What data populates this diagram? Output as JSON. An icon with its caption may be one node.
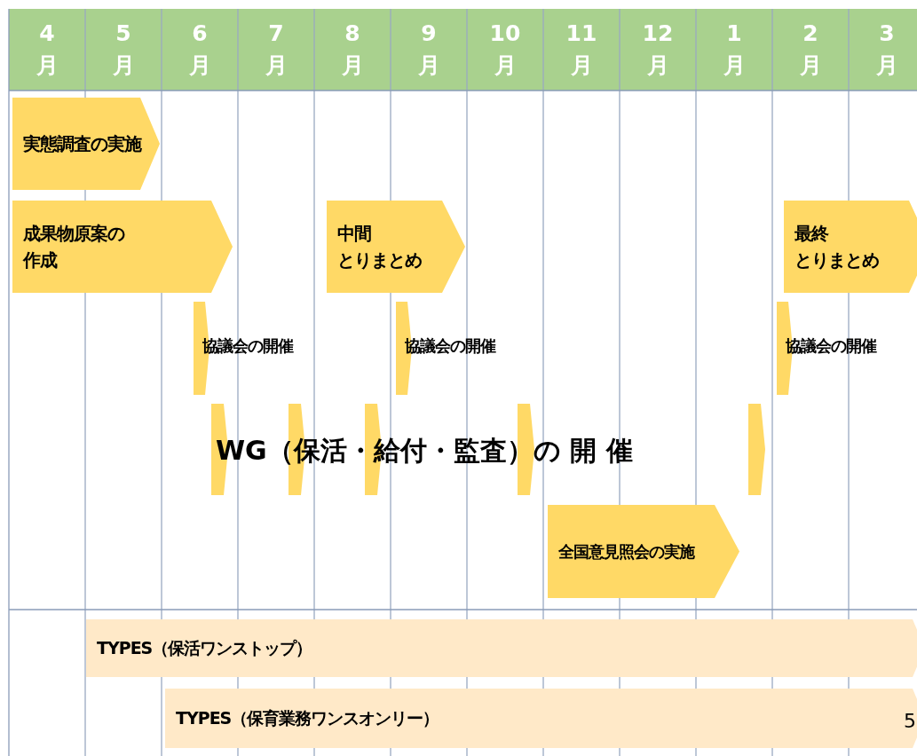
{
  "diagram": {
    "nodes": [
      {
        "text": [
          "実態調査の実施"
        ]
      },
      {
        "text": [
          "成果物原案の作成"
        ]
      },
      {
        "text": [
          "中間とりまとめ"
        ]
      },
      {
        "text": [
          "最終とりまとめ"
        ]
      },
      {
        "text": [],
        "shape": "chevron",
        "beside": [
          "協議会の開催"
        ]
      },
      {
        "text": [],
        "shape": "chevron",
        "beside": [
          "協議会の開催"
        ]
      },
      {
        "text": [],
        "shape": "chevron",
        "beside": [
          "協議会の開催"
        ]
      },
      {
        "text": [],
        "shape": "chevron"
      },
      {
        "text": [],
        "shape": "chevron"
      },
      {
        "text": [],
        "shape": "chevron"
      },
      {
        "text": [],
        "shape": "chevron"
      },
      {
        "text": [],
        "shape": "chevron"
      },
      {
        "text": [
          "全国意見照会の実施"
        ]
      },
      {
        "text": [
          "TYPES（保活ワンストップ）"
        ]
      },
      {
        "text": [
          "TYPES（保育業務ワンスオンリー）"
        ]
      }
    ],
    "edges": [],
    "labels": [
      "4 月",
      "5 月",
      "6 月",
      "7 月",
      "8 月",
      "9 月",
      "10 月",
      "11 月",
      "12 月",
      "1 月",
      "2 月",
      "3 月",
      "WG（保活・給付・監査）の 開 催",
      "5"
    ]
  }
}
